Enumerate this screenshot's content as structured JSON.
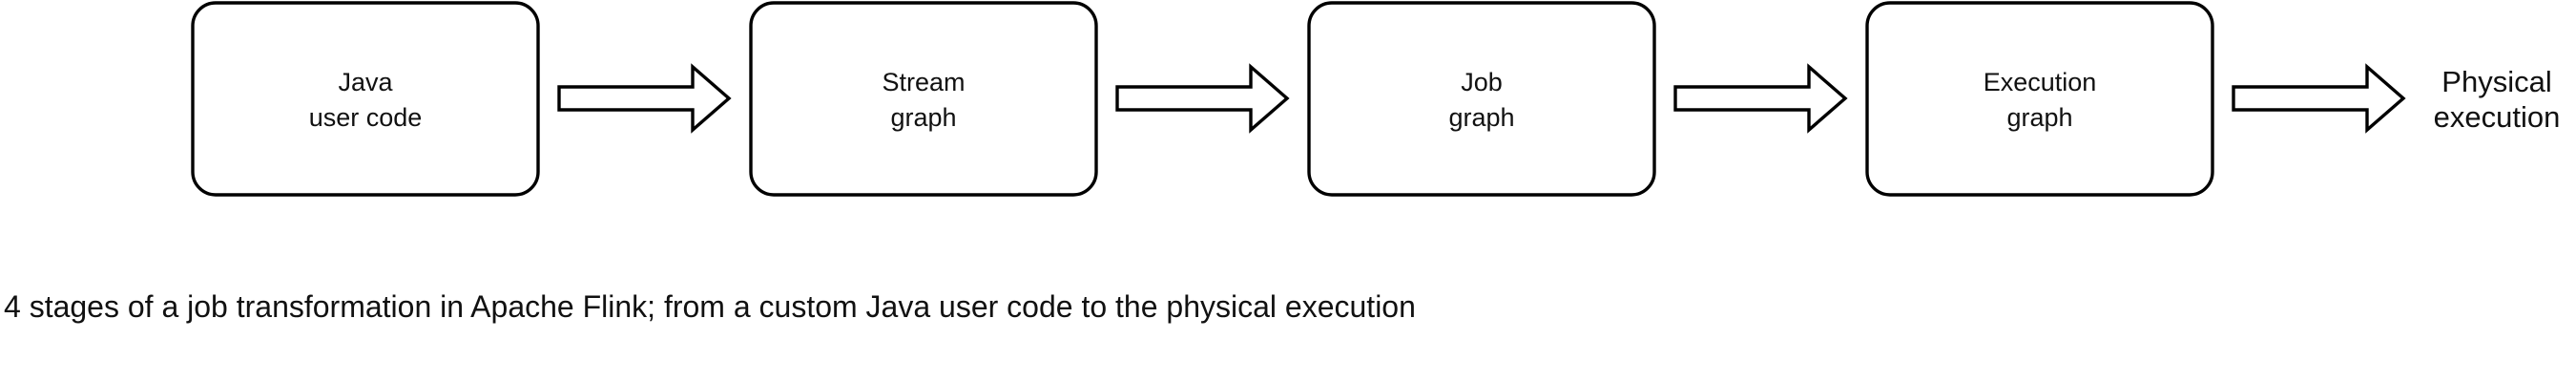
{
  "stages": [
    {
      "line1": "Java",
      "line2": "user code"
    },
    {
      "line1": "Stream",
      "line2": "graph"
    },
    {
      "line1": "Job",
      "line2": "graph"
    },
    {
      "line1": "Execution",
      "line2": "graph"
    }
  ],
  "final_stage": {
    "line1": "Physical",
    "line2": "execution"
  },
  "caption": "4 stages of a job transformation in Apache Flink; from a custom Java user code to the physical execution",
  "colors": {
    "stroke": "#000000",
    "fill": "#ffffff",
    "text": "#111111"
  }
}
